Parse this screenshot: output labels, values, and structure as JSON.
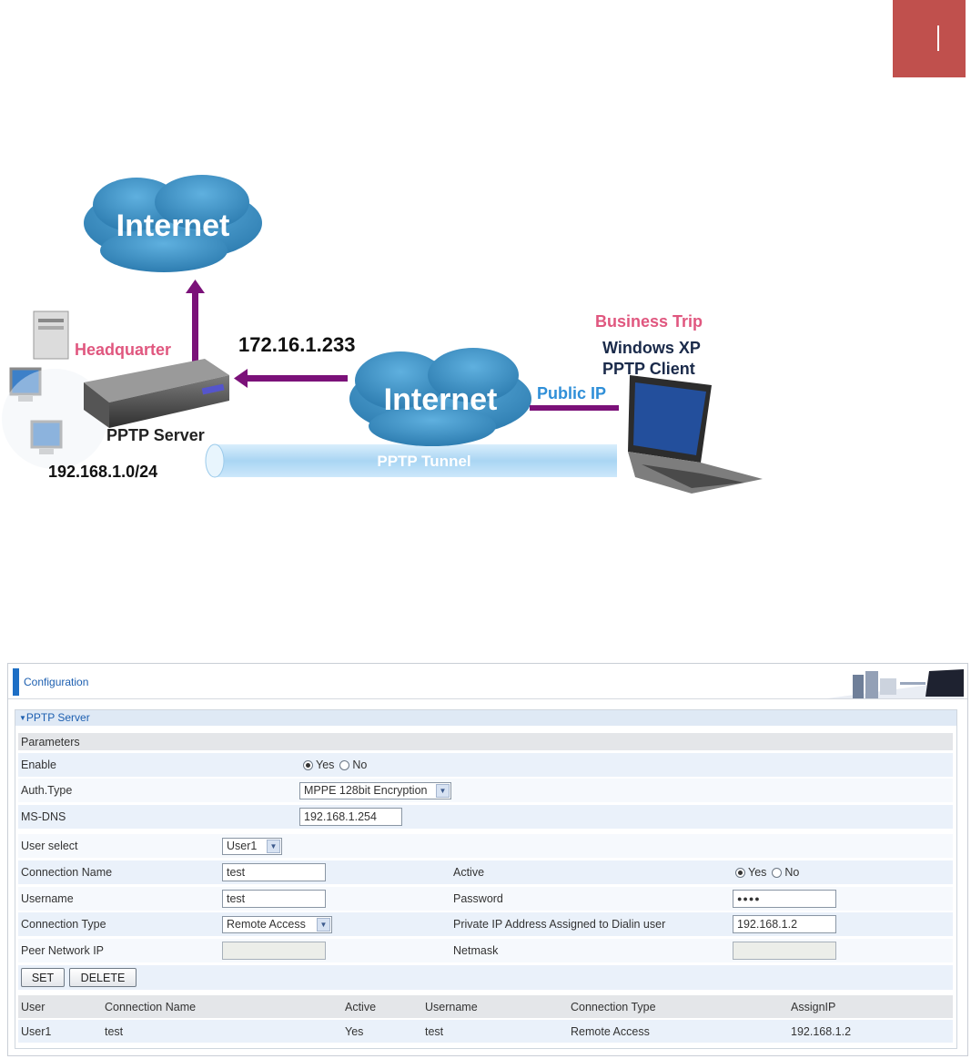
{
  "diagram": {
    "cloud_top": "Internet",
    "cloud_mid": "Internet",
    "headquarter": "Headquarter",
    "server_ip": "172.16.1.233",
    "pptp_server": "PPTP Server",
    "lan_subnet": "192.168.1.0/24",
    "business_trip": "Business Trip",
    "windows_xp": "Windows XP",
    "pptp_client": "PPTP Client",
    "public_ip": "Public IP",
    "tunnel": "PPTP Tunnel",
    "colors": {
      "cloud": "#3b8fc4",
      "arrow": "#7b1179",
      "pink": "#e0577f",
      "tunnel": "#b6dcf7",
      "publicip": "#2f8fd8"
    }
  },
  "config": {
    "title": "Configuration",
    "section": "PPTP Server",
    "params_header": "Parameters",
    "enable": {
      "label": "Enable",
      "yes": "Yes",
      "no": "No",
      "value": "Yes"
    },
    "auth_type": {
      "label": "Auth.Type",
      "value": "MPPE 128bit Encryption"
    },
    "ms_dns": {
      "label": "MS-DNS",
      "value": "192.168.1.254"
    },
    "user_select": {
      "label": "User select",
      "value": "User1"
    },
    "connection_name": {
      "label": "Connection Name",
      "value": "test"
    },
    "active": {
      "label": "Active",
      "yes": "Yes",
      "no": "No",
      "value": "Yes"
    },
    "username": {
      "label": "Username",
      "value": "test"
    },
    "password": {
      "label": "Password",
      "value": "●●●●"
    },
    "connection_type": {
      "label": "Connection Type",
      "value": "Remote Access"
    },
    "private_ip": {
      "label": "Private IP Address Assigned to Dialin user",
      "value": "192.168.1.2"
    },
    "peer_network_ip": {
      "label": "Peer Network IP",
      "value": ""
    },
    "netmask": {
      "label": "Netmask",
      "value": ""
    },
    "buttons": {
      "set": "SET",
      "delete": "DELETE"
    },
    "table": {
      "columns": [
        "User",
        "Connection Name",
        "Active",
        "Username",
        "Connection Type",
        "AssignIP"
      ],
      "rows": [
        [
          "User1",
          "test",
          "Yes",
          "test",
          "Remote Access",
          "192.168.1.2"
        ]
      ]
    }
  }
}
